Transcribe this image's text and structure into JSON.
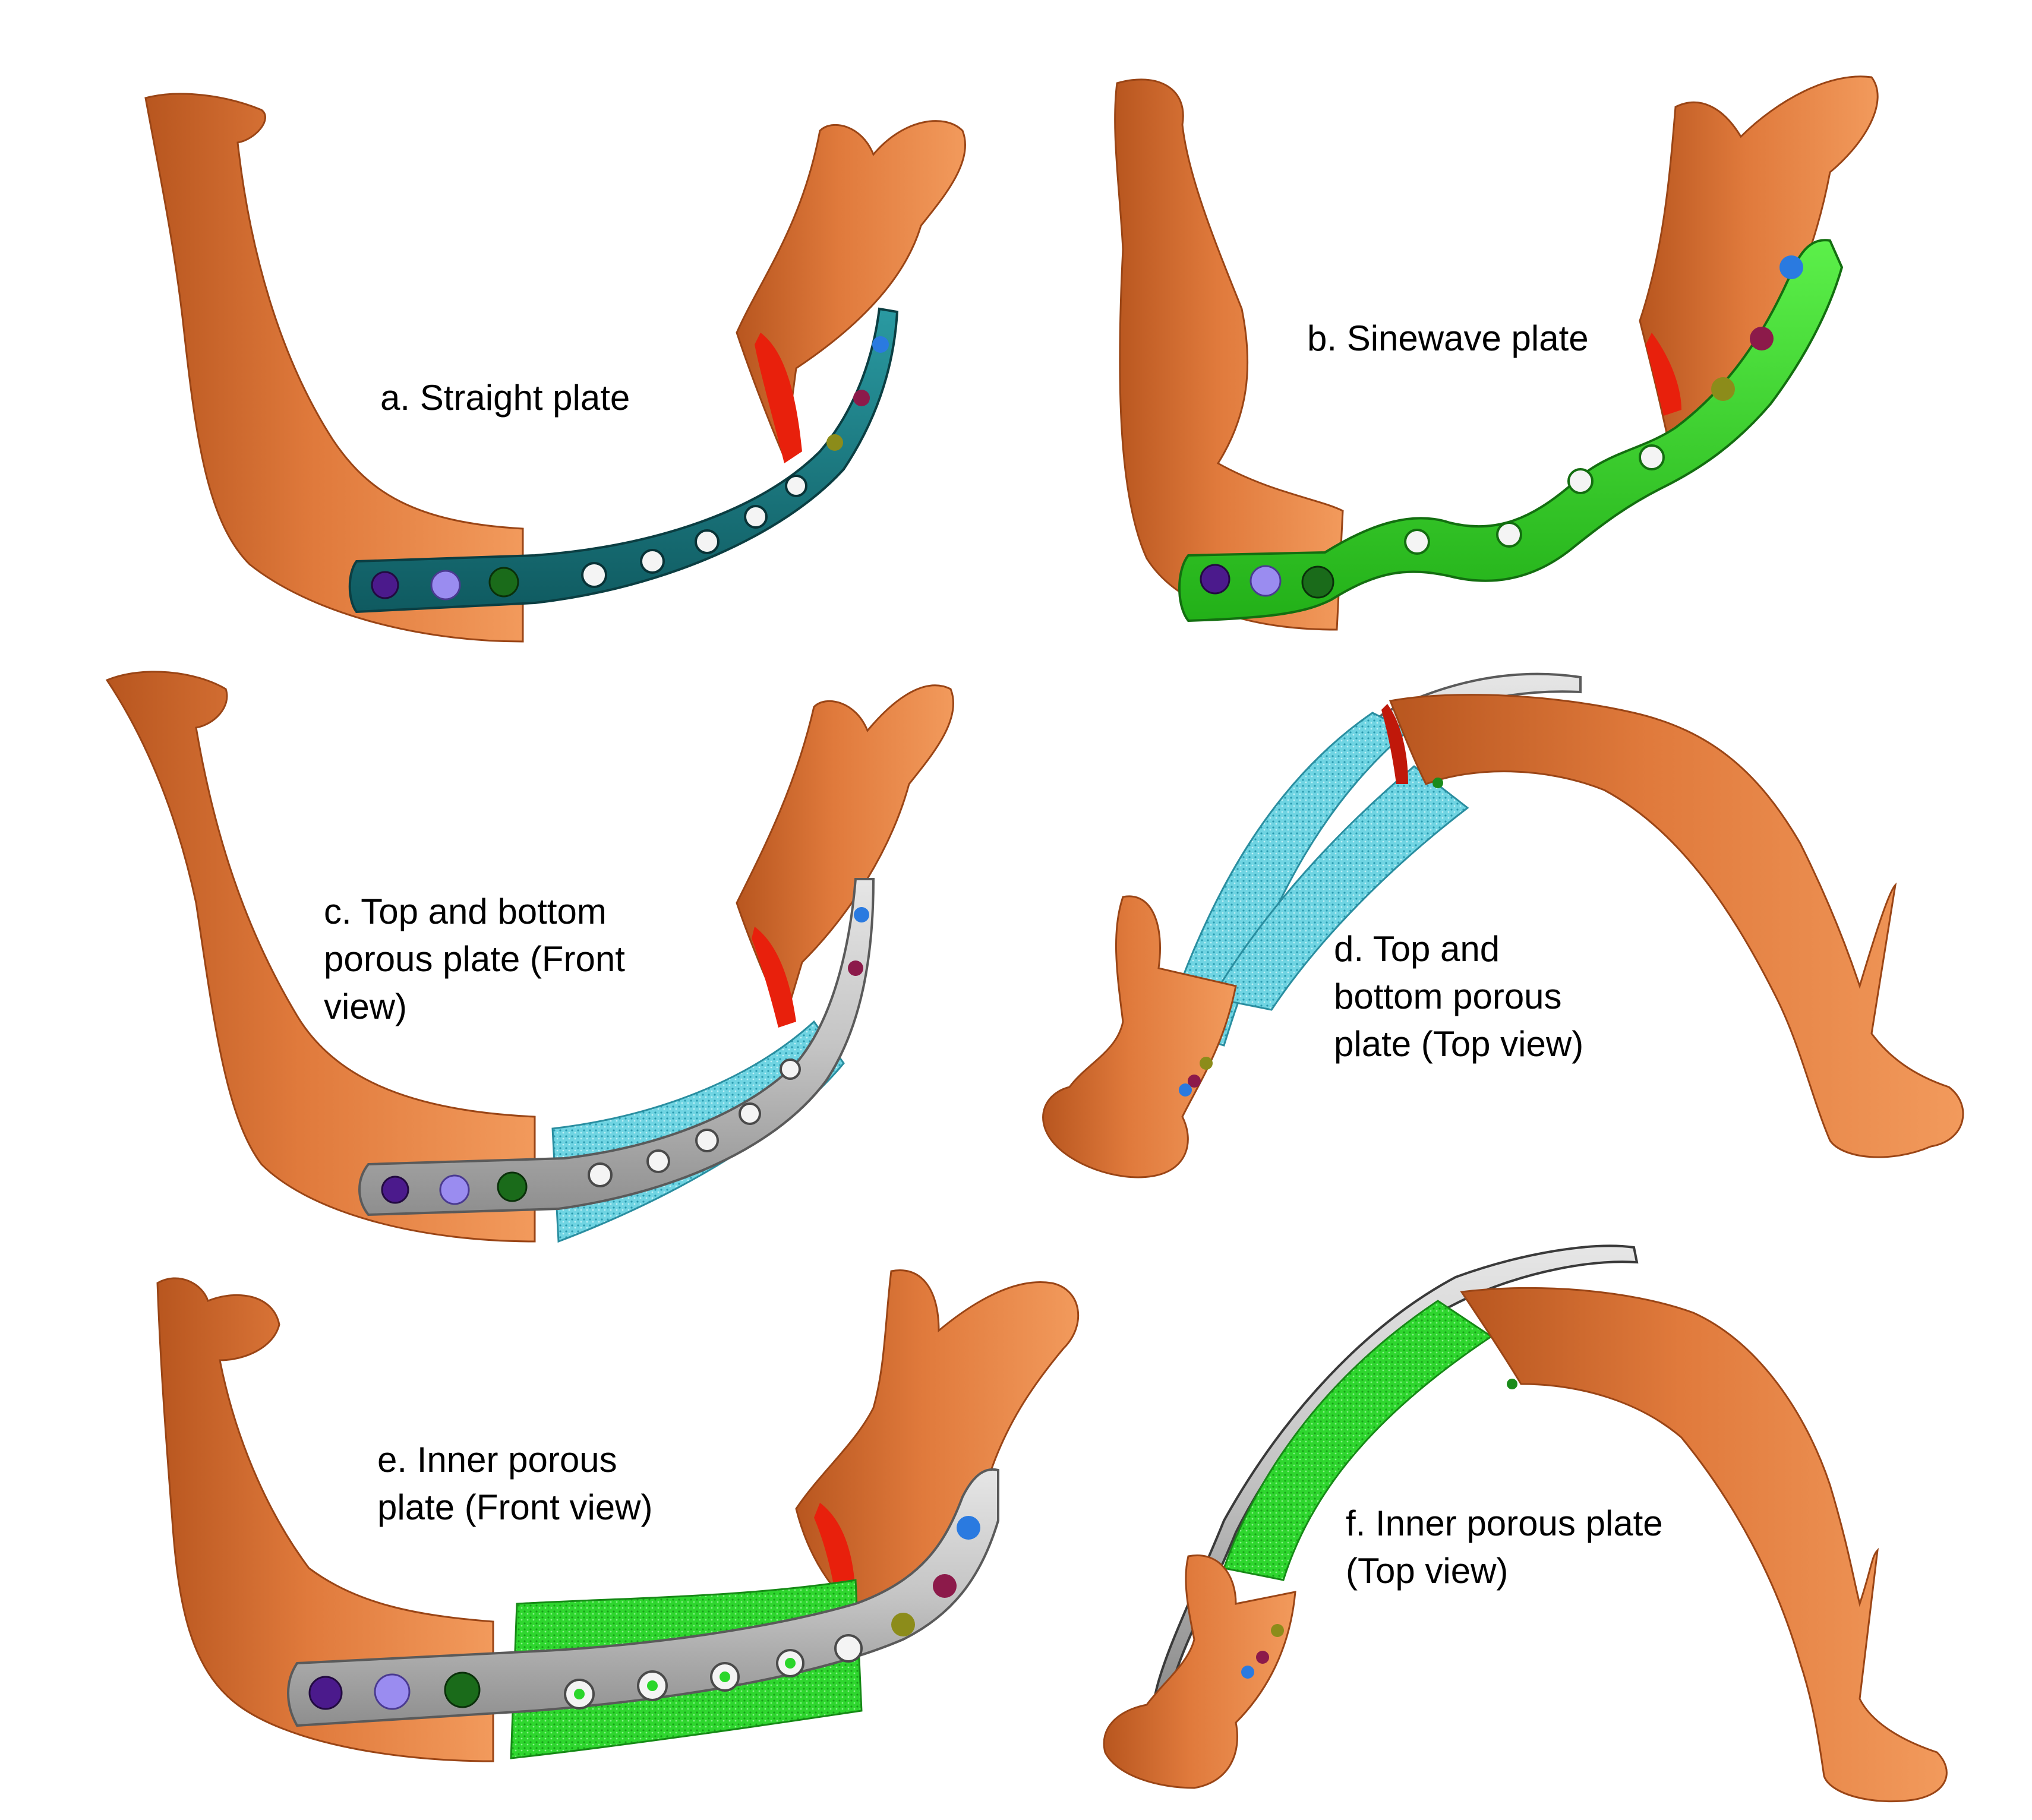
{
  "colors": {
    "bone": "#E07A3C",
    "bone_dark": "#B8561F",
    "bone_light": "#F29A5C",
    "cut_surface": "#E8200C",
    "plate_teal": "#17727A",
    "plate_green": "#38E02A",
    "plate_silver": "#C8C8C8",
    "porous_cyan": "#5CC8D8",
    "porous_green": "#2BD62B",
    "screw_purple": "#4B1A8C",
    "screw_lavender": "#9A8CF0",
    "screw_green": "#1A6B1A",
    "screw_olive": "#8C8C1A",
    "screw_maroon": "#8C1A4A",
    "screw_blue": "#2A7AE0"
  },
  "panels": [
    {
      "id": "a",
      "lines": [
        "a. Straight plate"
      ],
      "plate": "teal-solid-plate"
    },
    {
      "id": "b",
      "lines": [
        "b. Sinewave plate"
      ],
      "plate": "green-sinewave-plate"
    },
    {
      "id": "c",
      "lines": [
        "c. Top and bottom",
        "porous plate (Front",
        "view)"
      ],
      "plate": "silver-plate-cyan-porous"
    },
    {
      "id": "d",
      "lines": [
        "d. Top and",
        "bottom porous",
        "plate (Top view)"
      ],
      "plate": "silver-plate-cyan-porous-top"
    },
    {
      "id": "e",
      "lines": [
        "e. Inner porous",
        "plate (Front view)"
      ],
      "plate": "silver-plate-green-porous"
    },
    {
      "id": "f",
      "lines": [
        "f. Inner porous plate",
        "(Top view)"
      ],
      "plate": "silver-plate-green-porous-top"
    }
  ]
}
